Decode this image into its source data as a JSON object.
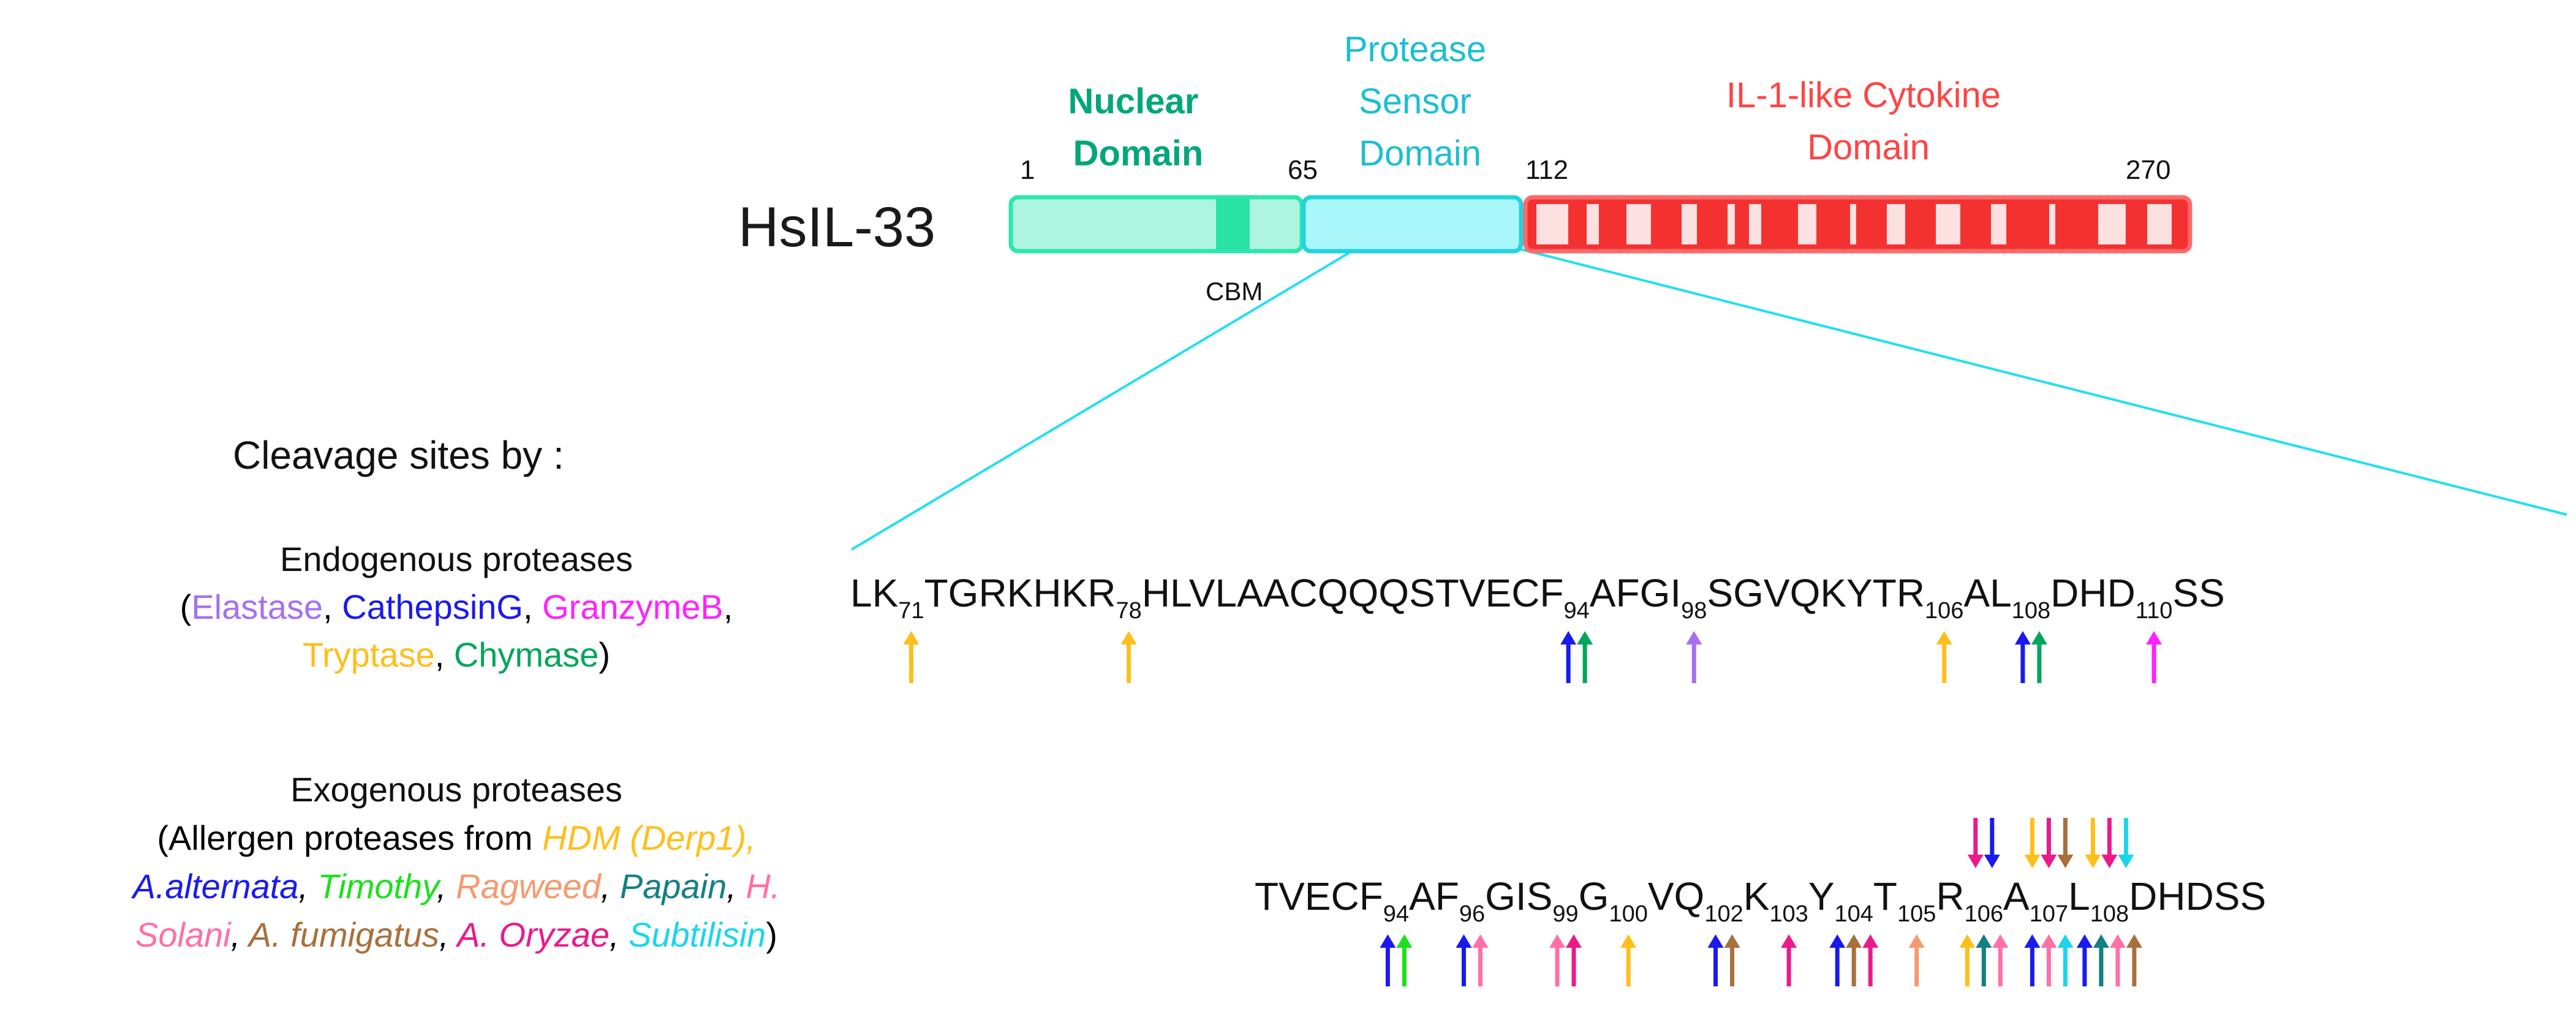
{
  "protein": {
    "name": "HsIL-33",
    "domains": {
      "nuclear": {
        "label_lines": [
          "Nuclear",
          "Domain"
        ],
        "color": "#00a77a",
        "fill": "#aef5df",
        "stroke": "#2ee6b0",
        "motif": "#29e3a4"
      },
      "sensor": {
        "label_lines": [
          "Protease",
          "Sensor",
          "Domain"
        ],
        "color": "#1bbfcf",
        "fill": "#aaf7fb",
        "stroke": "#25d3df"
      },
      "cytokine": {
        "label_lines": [
          "IL-1-like Cytokine",
          "Domain"
        ],
        "color": "#ff4444",
        "fill": "#f43131",
        "stroke": "#ff6b6b",
        "bands": "#fde0e0"
      }
    },
    "positions": {
      "p1": "1",
      "p65": "65",
      "p112": "112",
      "p270": "270"
    },
    "motif_label": "CBM"
  },
  "cleavage_title": "Cleavage sites by :",
  "endogenous": {
    "heading": "Endogenous proteases",
    "line2": [
      {
        "t": "(",
        "c": "#000000"
      },
      {
        "t": "Elastase",
        "c": "#a66ff2"
      },
      {
        "t": ", ",
        "c": "#000000"
      },
      {
        "t": "CathepsinG",
        "c": "#1a1aee"
      },
      {
        "t": ", ",
        "c": "#000000"
      },
      {
        "t": "GranzymeB",
        "c": "#ff22ff"
      },
      {
        "t": ",",
        "c": "#000000"
      }
    ],
    "line3": [
      {
        "t": "Tryptase",
        "c": "#ffbf1a"
      },
      {
        "t": ", ",
        "c": "#000000"
      },
      {
        "t": "Chymase",
        "c": "#00a65a"
      },
      {
        "t": ")",
        "c": "#000000"
      }
    ]
  },
  "exogenous": {
    "heading": "Exogenous proteases",
    "line2": [
      {
        "t": "(Allergen proteases from ",
        "c": "#000000",
        "i": false
      },
      {
        "t": "HDM (Derp1),",
        "c": "#ffbf1a",
        "i": true
      }
    ],
    "line3": [
      {
        "t": "A.alternata",
        "c": "#1a1aee",
        "i": true
      },
      {
        "t": ", ",
        "c": "#000000",
        "i": true
      },
      {
        "t": "Timothy",
        "c": "#1ce01c",
        "i": true
      },
      {
        "t": ", ",
        "c": "#000000",
        "i": true
      },
      {
        "t": "Ragweed",
        "c": "#f59a6e",
        "i": true
      },
      {
        "t": ", ",
        "c": "#000000",
        "i": true
      },
      {
        "t": "Papain",
        "c": "#138083",
        "i": true
      },
      {
        "t": ", ",
        "c": "#000000",
        "i": true
      },
      {
        "t": "H.",
        "c": "#ff6fa8",
        "i": true
      }
    ],
    "line4": [
      {
        "t": "Solani",
        "c": "#ff6fa8",
        "i": true
      },
      {
        "t": ", ",
        "c": "#000000",
        "i": true
      },
      {
        "t": "A. fumigatus",
        "c": "#a8703c",
        "i": true
      },
      {
        "t": ", ",
        "c": "#000000",
        "i": true
      },
      {
        "t": "A. Oryzae",
        "c": "#ea1a8a",
        "i": true
      },
      {
        "t": ", ",
        "c": "#000000",
        "i": true
      },
      {
        "t": "Subtilisin",
        "c": "#1ad6ea",
        "i": true
      },
      {
        "t": ")",
        "c": "#000000",
        "i": false
      }
    ]
  },
  "colors": {
    "elastase": "#a66ff2",
    "cathepsinG": "#1a1aee",
    "granzymeB": "#ff22ff",
    "tryptase": "#ffbf1a",
    "chymase": "#00a65a",
    "zoom_lines": "#22e0ee",
    "derp1": "#ffbf1a",
    "alternata": "#1a1aee",
    "timothy": "#1ce01c",
    "ragweed": "#f59a6e",
    "papain": "#138083",
    "solani": "#ff6fa8",
    "fumigatus": "#a8703c",
    "oryzae": "#ea1a8a",
    "subtilisin": "#1ad6ea"
  },
  "endo_sequence": [
    {
      "t": "LK",
      "sub": "71",
      "up": [
        "tryptase"
      ]
    },
    {
      "t": "TGRKHKR",
      "sub": "78",
      "up": [
        "tryptase"
      ]
    },
    {
      "t": "HLVLAACQQQSTVECF",
      "sub": "94",
      "up": [
        "cathepsinG",
        "chymase"
      ]
    },
    {
      "t": "AFGI",
      "sub": "98",
      "up": [
        "elastase"
      ]
    },
    {
      "t": "SGVQKYTR",
      "sub": "106",
      "up": [
        "tryptase"
      ]
    },
    {
      "t": "AL",
      "sub": "108",
      "up": [
        "cathepsinG",
        "chymase"
      ]
    },
    {
      "t": "DHD",
      "sub": "110",
      "up": [
        "granzymeB"
      ]
    },
    {
      "t": "SS"
    }
  ],
  "exo_sequence": [
    {
      "t": "TVECF",
      "sub": "94",
      "up": [
        "alternata",
        "timothy"
      ]
    },
    {
      "t": "AF",
      "sub": "96",
      "up": [
        "alternata",
        "solani"
      ]
    },
    {
      "t": "GIS",
      "sub": "99",
      "up": [
        "solani",
        "oryzae"
      ]
    },
    {
      "t": "G",
      "sub": "100",
      "up": [
        "derp1"
      ]
    },
    {
      "t": "VQ",
      "sub": "102",
      "up": [
        "alternata",
        "fumigatus"
      ]
    },
    {
      "t": "K",
      "sub": "103",
      "up": [
        "oryzae"
      ]
    },
    {
      "t": "Y",
      "sub": "104",
      "up": [
        "alternata",
        "fumigatus",
        "oryzae"
      ]
    },
    {
      "t": "T",
      "sub": "105",
      "up": [
        "ragweed"
      ]
    },
    {
      "t": "R",
      "sub": "106",
      "up": [
        "derp1",
        "papain",
        "solani"
      ],
      "down": [
        "oryzae",
        "alternata"
      ]
    },
    {
      "t": "A",
      "sub": "107",
      "up": [
        "alternata",
        "solani",
        "subtilisin"
      ],
      "down": [
        "derp1",
        "oryzae",
        "fumigatus"
      ]
    },
    {
      "t": "L",
      "sub": "108",
      "up": [
        "alternata",
        "papain",
        "solani",
        "fumigatus"
      ],
      "down": [
        "derp1",
        "oryzae",
        "subtilisin"
      ]
    },
    {
      "t": "DHDSS"
    }
  ]
}
